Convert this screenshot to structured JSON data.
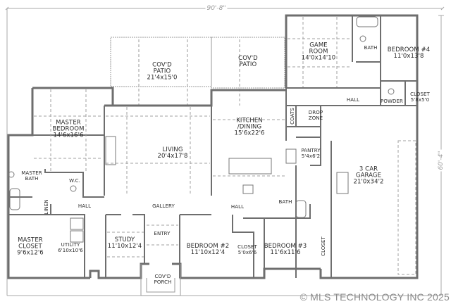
{
  "plan": {
    "overall_width": "90'-8\"",
    "overall_depth": "60'-4\"",
    "wall_color": "#6e6e6e",
    "line_color": "#9a9a9a",
    "text_color": "#2a2a2a"
  },
  "rooms": {
    "patio_left": {
      "name": "COV'D\nPATIO",
      "line1": "COV'D",
      "line2": "PATIO",
      "dims": "21'4x15'0"
    },
    "patio_right": {
      "line1": "COV'D",
      "line2": "PATIO"
    },
    "game_room": {
      "line1": "GAME",
      "line2": "ROOM",
      "dims": "14'0x14'10"
    },
    "bath_upper": {
      "line1": "BATH"
    },
    "bedroom4": {
      "line1": "BEDROOM #4",
      "dims": "11'0x13'8"
    },
    "hall_upper": {
      "line1": "HALL"
    },
    "powder": {
      "line1": "POWDER"
    },
    "closet_upper": {
      "line1": "CLOSET",
      "dims": "5'8x5'0"
    },
    "master_bedroom": {
      "line1": "MASTER",
      "line2": "BEDROOM",
      "dims": "14'6x16'6"
    },
    "living": {
      "line1": "LIVING",
      "dims": "20'4x17'8"
    },
    "kitchen": {
      "line1": "KITCHEN",
      "line2": "/DINING",
      "dims": "15'6x22'6"
    },
    "coats": {
      "line1": "COATS"
    },
    "drop_zone": {
      "line1": "DROP",
      "line2": "ZONE"
    },
    "pantry": {
      "line1": "PANTRY",
      "dims": "5'4x6'2"
    },
    "garage": {
      "line1": "3 CAR",
      "line2": "GARAGE",
      "dims": "21'0x34'2"
    },
    "master_bath": {
      "line1": "MASTER",
      "line2": "BATH"
    },
    "wc": {
      "line1": "W.C."
    },
    "linen": {
      "line1": "LINEN"
    },
    "hall_left": {
      "line1": "HALL"
    },
    "gallery": {
      "line1": "GALLERY"
    },
    "hall_mid": {
      "line1": "HALL"
    },
    "bath_lower": {
      "line1": "BATH"
    },
    "master_closet": {
      "line1": "MASTER",
      "line2": "CLOSET",
      "dims": "9'6x12'6"
    },
    "utility": {
      "line1": "UTILITY",
      "dims": "6'10x10'6"
    },
    "study": {
      "line1": "STUDY",
      "dims": "11'10x12'4"
    },
    "entry": {
      "line1": "ENTRY"
    },
    "bedroom2": {
      "line1": "BEDROOM #2",
      "dims": "11'10x12'4"
    },
    "closet_b2": {
      "line1": "CLOSET",
      "dims": "5'0x6'6"
    },
    "bedroom3": {
      "line1": "BEDROOM #3",
      "dims": "11'6x11'6"
    },
    "closet_b3": {
      "line1": "CLOSET"
    },
    "porch": {
      "line1": "COV'D",
      "line2": "PORCH"
    }
  },
  "watermark": "© MLS TECHNOLOGY INC 2025"
}
